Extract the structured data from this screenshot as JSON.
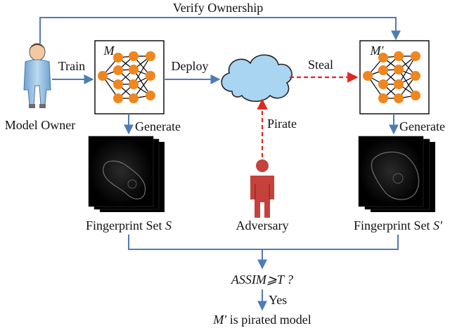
{
  "labels": {
    "verify": "Verify Ownership",
    "train": "Train",
    "deploy": "Deploy",
    "steal": "Steal",
    "pirate": "Pirate",
    "generate_left": "Generate",
    "generate_right": "Generate",
    "model_owner": "Model Owner",
    "adversary": "Adversary",
    "fp_left_prefix": "Fingerprint Set ",
    "fp_left_var": "S",
    "fp_right_prefix": "Fingerprint Set ",
    "fp_right_var": "S′",
    "model_left": "M",
    "model_right": "M′",
    "condition": "ASSIM⩾T ?",
    "yes": "Yes",
    "result_var": "M′",
    "result_text": " is pirated model"
  },
  "colors": {
    "flow_arrow": "#4f7bb7",
    "attack_arrow": "#e0281e",
    "neuron": "#f0861d",
    "cloud": "#a9d5f2",
    "cloud_edge": "#222222",
    "owner": "#9fc7e8",
    "adversary": "#c4423b"
  },
  "icons": {
    "owner": "person-icon",
    "adversary": "person-icon",
    "cloud": "cloud-icon",
    "network": "neural-network-icon"
  }
}
